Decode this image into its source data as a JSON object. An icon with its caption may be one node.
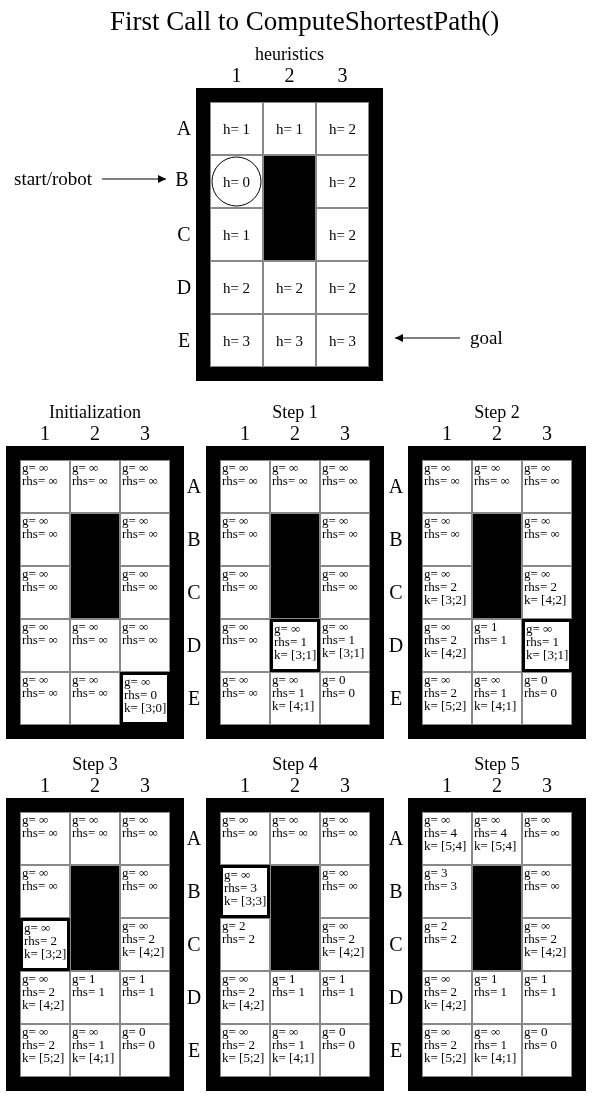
{
  "diagram": {
    "title": "First Call to ComputeShortestPath()",
    "nodes": [
      {
        "text": [
          "heuristics"
        ]
      },
      {
        "text": [
          "h= 1"
        ],
        "in": 0
      },
      {
        "text": [
          "h= 1"
        ],
        "in": 0
      },
      {
        "text": [
          "h= 2"
        ],
        "in": 0
      },
      {
        "text": [
          "h= 0"
        ],
        "in": 0
      },
      {
        "text": [],
        "shape": "box",
        "in": 0
      },
      {
        "text": [
          "h= 2"
        ],
        "in": 0
      },
      {
        "text": [
          "h= 1"
        ],
        "in": 0
      },
      {
        "text": [
          "h= 2"
        ],
        "in": 0
      },
      {
        "text": [
          "h= 2"
        ],
        "in": 0
      },
      {
        "text": [
          "h= 2"
        ],
        "in": 0
      },
      {
        "text": [
          "h= 2"
        ],
        "in": 0
      },
      {
        "text": [
          "h= 3"
        ],
        "in": 0
      },
      {
        "text": [
          "h= 3"
        ],
        "in": 0
      },
      {
        "text": [
          "h= 3"
        ],
        "in": 0
      },
      {
        "text": [
          "start/robot"
        ]
      },
      {
        "text": [
          "B"
        ]
      },
      {
        "text": [
          "goal"
        ]
      },
      {
        "text": [
          "Initialization"
        ]
      },
      {
        "text": [
          "g= ∞",
          "rhs= ∞"
        ],
        "in": 18
      },
      {
        "text": [
          "g= ∞",
          "rhs= ∞"
        ],
        "in": 18
      },
      {
        "text": [
          "g= ∞",
          "rhs= ∞"
        ],
        "in": 18
      },
      {
        "text": [
          "g= ∞",
          "rhs= ∞"
        ],
        "in": 18
      },
      {
        "text": [],
        "shape": "box",
        "in": 18
      },
      {
        "text": [
          "g= ∞",
          "rhs= ∞"
        ],
        "in": 18
      },
      {
        "text": [
          "g= ∞",
          "rhs= ∞"
        ],
        "in": 18
      },
      {
        "text": [
          "g= ∞",
          "rhs= ∞"
        ],
        "in": 18
      },
      {
        "text": [
          "g= ∞",
          "rhs= ∞"
        ],
        "in": 18
      },
      {
        "text": [
          "g= ∞",
          "rhs= ∞"
        ],
        "in": 18
      },
      {
        "text": [
          "g= ∞",
          "rhs= ∞"
        ],
        "in": 18
      },
      {
        "text": [
          "g= ∞",
          "rhs= ∞"
        ],
        "in": 18
      },
      {
        "text": [
          "g= ∞",
          "rhs= ∞"
        ],
        "in": 18
      },
      {
        "text": [
          "g= ∞",
          "rhs= 0",
          "k= [3;0]"
        ],
        "in": 18
      },
      {
        "text": [
          "Step 1"
        ]
      },
      {
        "text": [
          "g= ∞",
          "rhs= ∞"
        ],
        "in": 33
      },
      {
        "text": [
          "g= ∞",
          "rhs= ∞"
        ],
        "in": 33
      },
      {
        "text": [
          "g= ∞",
          "rhs= ∞"
        ],
        "in": 33
      },
      {
        "text": [
          "g= ∞",
          "rhs= ∞"
        ],
        "in": 33
      },
      {
        "text": [],
        "shape": "box",
        "in": 33
      },
      {
        "text": [
          "g= ∞",
          "rhs= ∞"
        ],
        "in": 33
      },
      {
        "text": [
          "g= ∞",
          "rhs= ∞"
        ],
        "in": 33
      },
      {
        "text": [
          "g= ∞",
          "rhs= ∞"
        ],
        "in": 33
      },
      {
        "text": [
          "g= ∞",
          "rhs= ∞"
        ],
        "in": 33
      },
      {
        "text": [
          "g= ∞",
          "rhs= 1",
          "k= [3;1]"
        ],
        "in": 33
      },
      {
        "text": [
          "g= ∞",
          "rhs= 1",
          "k= [3;1]"
        ],
        "in": 33
      },
      {
        "text": [
          "g= ∞",
          "rhs= ∞"
        ],
        "in": 33
      },
      {
        "text": [
          "g= ∞",
          "rhs= 1",
          "k= [4;1]"
        ],
        "in": 33
      },
      {
        "text": [
          "g= 0",
          "rhs= 0"
        ],
        "in": 33
      },
      {
        "text": [
          "Step 2"
        ]
      },
      {
        "text": [
          "g= ∞",
          "rhs= ∞"
        ],
        "in": 48
      },
      {
        "text": [
          "g= ∞",
          "rhs= ∞"
        ],
        "in": 48
      },
      {
        "text": [
          "g= ∞",
          "rhs= ∞"
        ],
        "in": 48
      },
      {
        "text": [
          "g= ∞",
          "rhs= ∞"
        ],
        "in": 48
      },
      {
        "text": [],
        "shape": "box",
        "in": 48
      },
      {
        "text": [
          "g= ∞",
          "rhs= ∞"
        ],
        "in": 48
      },
      {
        "text": [
          "g= ∞",
          "rhs= 2",
          "k= [3;2]"
        ],
        "in": 48
      },
      {
        "text": [
          "g= ∞",
          "rhs= 2",
          "k= [4;2]"
        ],
        "in": 48
      },
      {
        "text": [
          "g= ∞",
          "rhs= 2",
          "k= [4;2]"
        ],
        "in": 48
      },
      {
        "text": [
          "g= 1",
          "rhs= 1"
        ],
        "in": 48
      },
      {
        "text": [
          "g= ∞",
          "rhs= 1",
          "k= [3;1]"
        ],
        "in": 48
      },
      {
        "text": [
          "g= ∞",
          "rhs= 2",
          "k= [5;2]"
        ],
        "in": 48
      },
      {
        "text": [
          "g= ∞",
          "rhs= 1",
          "k= [4;1]"
        ],
        "in": 48
      },
      {
        "text": [
          "g= 0",
          "rhs= 0"
        ],
        "in": 48
      },
      {
        "text": [
          "Step 3"
        ]
      },
      {
        "text": [
          "g= ∞",
          "rhs= ∞"
        ],
        "in": 63
      },
      {
        "text": [
          "g= ∞",
          "rhs= ∞"
        ],
        "in": 63
      },
      {
        "text": [
          "g= ∞",
          "rhs= ∞"
        ],
        "in": 63
      },
      {
        "text": [
          "g= ∞",
          "rhs= ∞"
        ],
        "in": 63
      },
      {
        "text": [],
        "shape": "box",
        "in": 63
      },
      {
        "text": [
          "g= ∞",
          "rhs= ∞"
        ],
        "in": 63
      },
      {
        "text": [
          "g= ∞",
          "rhs= 2",
          "k= [3;2]"
        ],
        "in": 63
      },
      {
        "text": [
          "g= ∞",
          "rhs= 2",
          "k= [4;2]"
        ],
        "in": 63
      },
      {
        "text": [
          "g= ∞",
          "rhs= 2",
          "k= [4;2]"
        ],
        "in": 63
      },
      {
        "text": [
          "g= 1",
          "rhs= 1"
        ],
        "in": 63
      },
      {
        "text": [
          "g= 1",
          "rhs= 1"
        ],
        "in": 63
      },
      {
        "text": [
          "g= ∞",
          "rhs= 2",
          "k= [5;2]"
        ],
        "in": 63
      },
      {
        "text": [
          "g= ∞",
          "rhs= 1",
          "k= [4;1]"
        ],
        "in": 63
      },
      {
        "text": [
          "g= 0",
          "rhs= 0"
        ],
        "in": 63
      },
      {
        "text": [
          "Step 4"
        ]
      },
      {
        "text": [
          "g= ∞",
          "rhs= ∞"
        ],
        "in": 78
      },
      {
        "text": [
          "g= ∞",
          "rhs= ∞"
        ],
        "in": 78
      },
      {
        "text": [
          "g= ∞",
          "rhs= ∞"
        ],
        "in": 78
      },
      {
        "text": [
          "g= ∞",
          "rhs= 3",
          "k= [3;3]"
        ],
        "in": 78
      },
      {
        "text": [],
        "shape": "box",
        "in": 78
      },
      {
        "text": [
          "g= ∞",
          "rhs= ∞"
        ],
        "in": 78
      },
      {
        "text": [
          "g= 2",
          "rhs= 2"
        ],
        "in": 78
      },
      {
        "text": [
          "g= ∞",
          "rhs= 2",
          "k= [4;2]"
        ],
        "in": 78
      },
      {
        "text": [
          "g= ∞",
          "rhs= 2",
          "k= [4;2]"
        ],
        "in": 78
      },
      {
        "text": [
          "g= 1",
          "rhs= 1"
        ],
        "in": 78
      },
      {
        "text": [
          "g= 1",
          "rhs= 1"
        ],
        "in": 78
      },
      {
        "text": [
          "g= ∞",
          "rhs= 2",
          "k= [5;2]"
        ],
        "in": 78
      },
      {
        "text": [
          "g= ∞",
          "rhs= 1",
          "k= [4;1]"
        ],
        "in": 78
      },
      {
        "text": [
          "g= 0",
          "rhs= 0"
        ],
        "in": 78
      },
      {
        "text": [
          "Step 5"
        ]
      },
      {
        "text": [
          "g= ∞",
          "rhs= 4",
          "k= [5;4]"
        ],
        "in": 93
      },
      {
        "text": [
          "g= ∞",
          "rhs= 4",
          "k= [5;4]"
        ],
        "in": 93
      },
      {
        "text": [
          "g= ∞",
          "rhs= ∞"
        ],
        "in": 93
      },
      {
        "text": [
          "g= 3",
          "rhs= 3"
        ],
        "in": 93
      },
      {
        "text": [],
        "shape": "box",
        "in": 93
      },
      {
        "text": [
          "g= ∞",
          "rhs= ∞"
        ],
        "in": 93
      },
      {
        "text": [
          "g= 2",
          "rhs= 2"
        ],
        "in": 93
      },
      {
        "text": [
          "g= ∞",
          "rhs= 2",
          "k= [4;2]"
        ],
        "in": 93
      },
      {
        "text": [
          "g= ∞",
          "rhs= 2",
          "k= [4;2]"
        ],
        "in": 93
      },
      {
        "text": [
          "g= 1",
          "rhs= 1"
        ],
        "in": 93
      },
      {
        "text": [
          "g= 1",
          "rhs= 1"
        ],
        "in": 93
      },
      {
        "text": [
          "g= ∞",
          "rhs= 2",
          "k= [5;2]"
        ],
        "in": 93
      },
      {
        "text": [
          "g= ∞",
          "rhs= 1",
          "k= [4;1]"
        ],
        "in": 93
      },
      {
        "text": [
          "g= 0",
          "rhs= 0"
        ],
        "in": 93
      }
    ],
    "edges": [
      {
        "from": 15,
        "to": 16,
        "arrow": "to"
      },
      {
        "from": 17,
        "to": 14,
        "arrow": "to"
      }
    ],
    "labels": [
      "1",
      "2",
      "3",
      "A",
      "C",
      "D",
      "E",
      "1",
      "2",
      "3",
      "1",
      "2",
      "3",
      "A",
      "B",
      "C",
      "D",
      "E",
      "1",
      "2",
      "3",
      "A",
      "B",
      "C",
      "D",
      "E",
      "1",
      "2",
      "3",
      "1",
      "2",
      "3",
      "A",
      "B",
      "C",
      "D",
      "E",
      "1",
      "2",
      "3",
      "A",
      "B",
      "C",
      "D",
      "E"
    ]
  }
}
